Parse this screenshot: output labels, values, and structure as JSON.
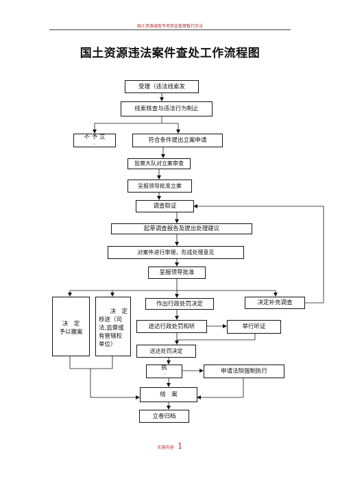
{
  "header": {
    "caption": "国土资源调查专项资金管理暂行办法"
  },
  "title": "国土资源违法案件查处工作流程图",
  "boxes": {
    "accept": "受理（违法线索发",
    "verify": "线索核查与违法行为制止",
    "no_file_main": "不 予 立",
    "no_file_sub": "..:",
    "file_req": "符合条件提出立案申请",
    "team_review": "监察大队对立案审查",
    "report_approve_file": "呈报领导批准立案",
    "investigate": "调查取证",
    "draft_report": "起草调查报告及提出处理建议",
    "case_review": "对案件进行审理，形成处理意见",
    "report_approve": "呈报领导批准",
    "revoke_label": "决　定",
    "revoke_text": "予以撤案",
    "transfer_label": "决　定",
    "transfer_text": "移送（司法,监察或有管辖权单位）",
    "penalty_decision": "作出行政处罚决定",
    "supplement": "决定补充调查",
    "deliver_notice": "送达行政处罚和听",
    "hearing": "举行听证",
    "deliver_decision": "送达处罚决定",
    "execute_main": "执",
    "execute_sub": "..:",
    "court_enforce": "申请法院强制执行",
    "close_case": "结　案",
    "archive": "立卷归档"
  },
  "footer": {
    "label": "实施内容",
    "page_number": "1"
  }
}
